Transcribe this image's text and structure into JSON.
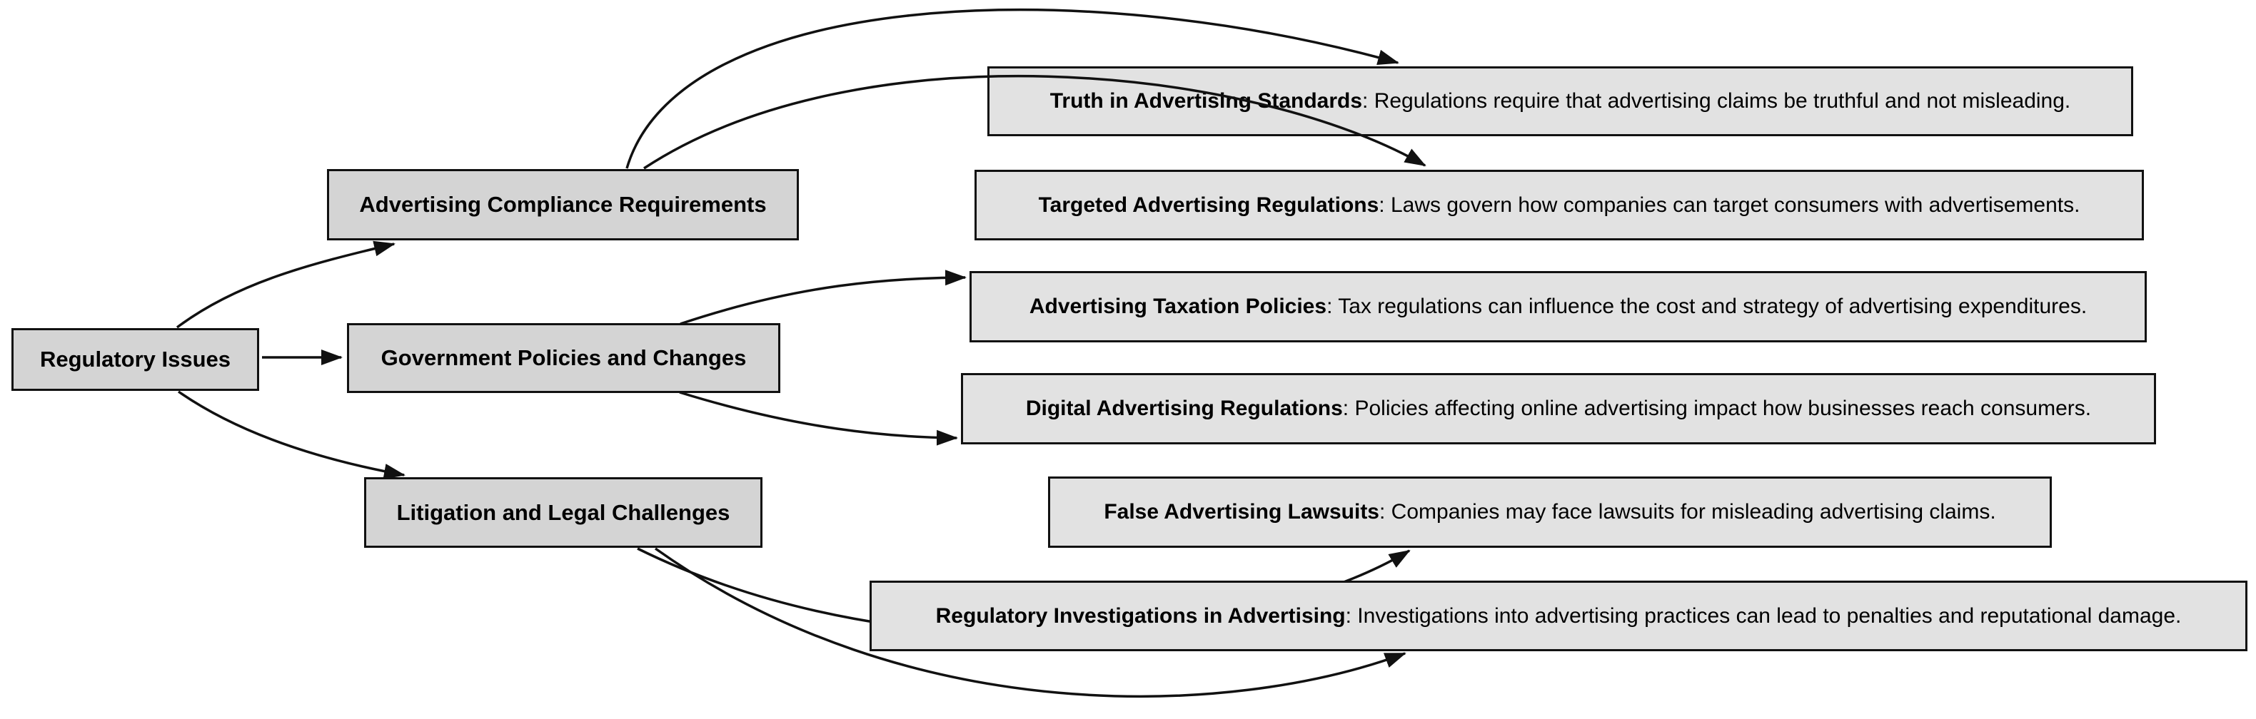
{
  "colors": {
    "background": "#ffffff",
    "branch_fill": "#d4d4d4",
    "leaf_fill": "#e2e2e2",
    "border": "#111111",
    "edge": "#111111"
  },
  "mindmap": {
    "root": {
      "label": "Regulatory Issues"
    },
    "branches": [
      {
        "label": "Advertising Compliance Requirements",
        "children": [
          {
            "term": "Truth in Advertising Standards",
            "desc": ": Regulations require that advertising claims be truthful and not misleading."
          },
          {
            "term": "Targeted Advertising Regulations",
            "desc": ": Laws govern how companies can target consumers with advertisements."
          }
        ]
      },
      {
        "label": "Government Policies and Changes",
        "children": [
          {
            "term": "Advertising Taxation Policies",
            "desc": ": Tax regulations can influence the cost and strategy of advertising expenditures."
          },
          {
            "term": "Digital Advertising Regulations",
            "desc": ": Policies affecting online advertising impact how businesses reach consumers."
          }
        ]
      },
      {
        "label": "Litigation and Legal Challenges",
        "children": [
          {
            "term": "False Advertising Lawsuits",
            "desc": ": Companies may face lawsuits for misleading advertising claims."
          },
          {
            "term": "Regulatory Investigations in Advertising",
            "desc": ": Investigations into advertising practices can lead to penalties and reputational damage."
          }
        ]
      }
    ]
  }
}
